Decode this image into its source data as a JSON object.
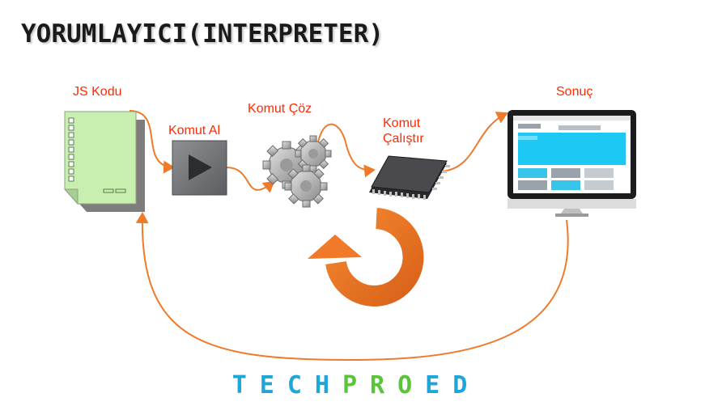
{
  "title": "YORUMLAYICI(INTERPRETER)",
  "labels": {
    "js_kodu": "JS Kodu",
    "komut_al": "Komut Al",
    "komut_coz": "Komut Çöz",
    "komut_calistir_line1": "Komut",
    "komut_calistir_line2": "Çalıştır",
    "sonuc": "Sonuç"
  },
  "logo_text": "TECHPROED",
  "colors": {
    "accent_orange": "#f07a2a",
    "label_red": "#ff2a00",
    "logo_cyan": "#1ea6d8",
    "logo_green": "#5cc43a",
    "document_green": "#c8efb0"
  },
  "icons": [
    "document-icon",
    "play-box-icon",
    "gears-icon",
    "chip-icon",
    "monitor-icon",
    "refresh-arrow-icon"
  ]
}
